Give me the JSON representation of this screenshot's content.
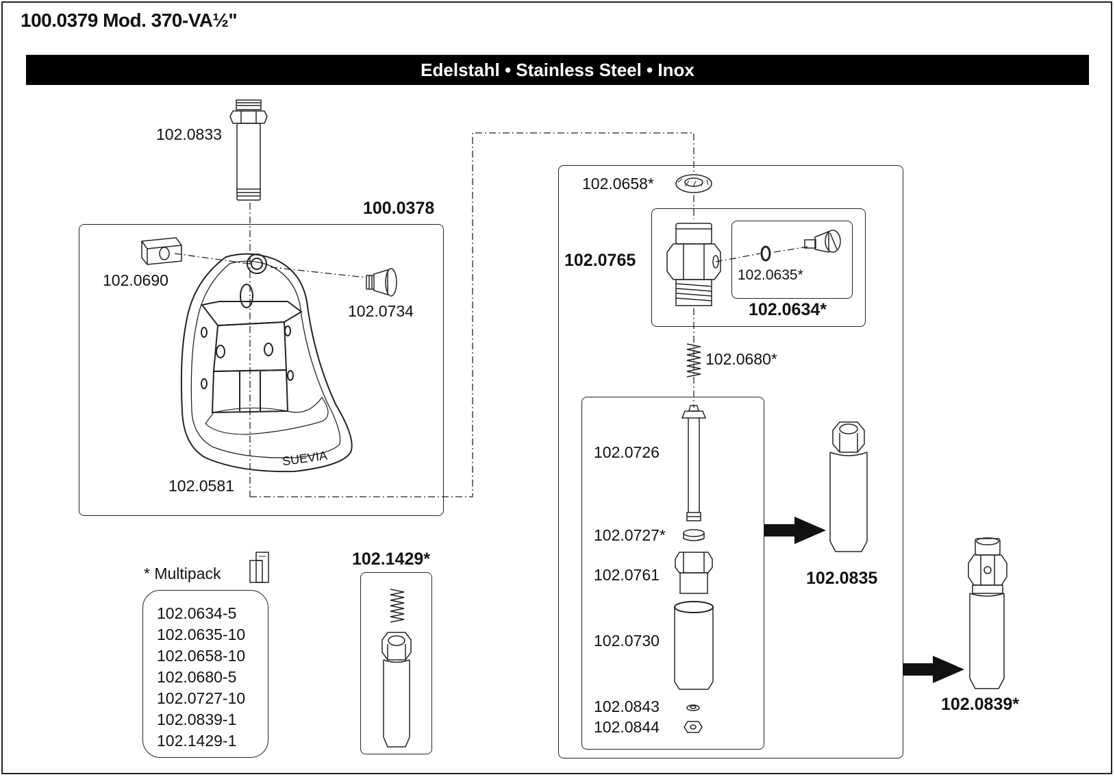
{
  "header": {
    "title": "100.0379 Mod. 370-VA½\"",
    "banner": "Edelstahl • Stainless Steel • Inox"
  },
  "assemblies": {
    "bowl": "100.0378",
    "valve_body": "102.0765",
    "screw_set": "102.0634*",
    "kit": "102.1429*",
    "ext_a": "102.0835",
    "ext_b": "102.0839*"
  },
  "parts": {
    "p0833": "102.0833",
    "p0690": "102.0690",
    "p0734": "102.0734",
    "p0581": "102.0581",
    "p0658": "102.0658*",
    "p0635": "102.0635*",
    "p0680": "102.0680*",
    "p0726": "102.0726",
    "p0727": "102.0727*",
    "p0761": "102.0761",
    "p0730": "102.0730",
    "p0843": "102.0843",
    "p0844": "102.0844"
  },
  "bowl_brand": "SUEVIA",
  "multipack": {
    "label": "* Multipack",
    "items": [
      "102.0634-5",
      "102.0635-10",
      "102.0658-10",
      "102.0680-5",
      "102.0727-10",
      "102.0839-1",
      "102.1429-1"
    ]
  }
}
